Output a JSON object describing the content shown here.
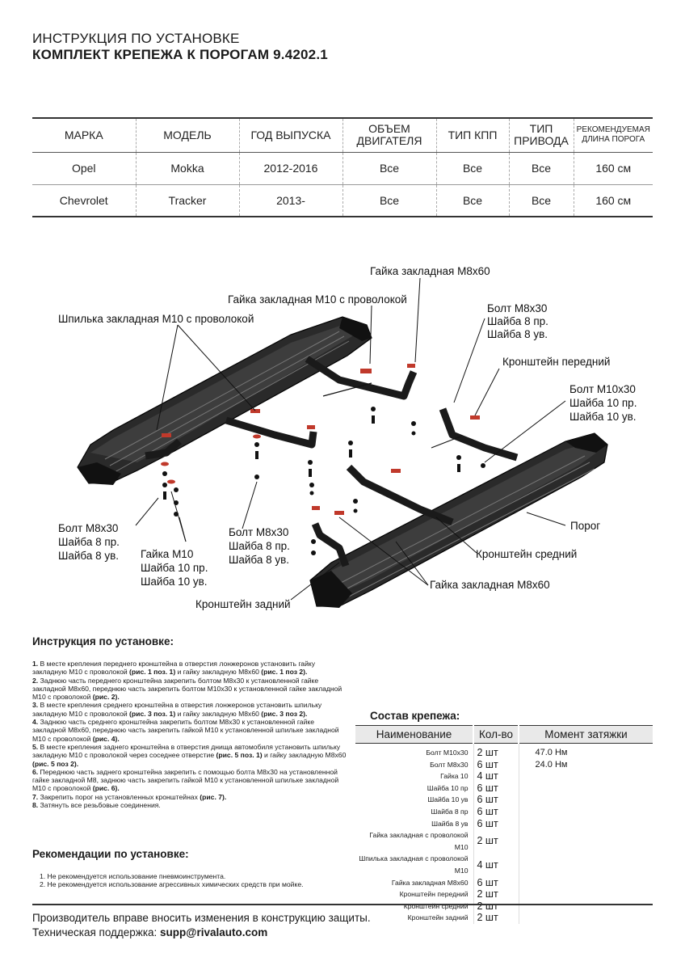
{
  "header": {
    "title": "ИНСТРУКЦИЯ ПО УСТАНОВКЕ",
    "subtitle": "КОМПЛЕКТ КРЕПЕЖА К ПОРОГАМ 9.4202.1"
  },
  "vehicles": {
    "columns": [
      "МАРКА",
      "МОДЕЛЬ",
      "ГОД ВЫПУСКА",
      "ОБЪЕМ ДВИГАТЕЛЯ",
      "ТИП КПП",
      "ТИП ПРИВОДА",
      "РЕКОМЕНДУЕМАЯ ДЛИНА ПОРОГА"
    ],
    "rows": [
      [
        "Opel",
        "Mokka",
        "2012-2016",
        "Все",
        "Все",
        "Все",
        "160 см"
      ],
      [
        "Chevrolet",
        "Tracker",
        "2013-",
        "Все",
        "Все",
        "Все",
        "160 см"
      ]
    ]
  },
  "diagram": {
    "labels": [
      "Гайка закладная М8х60",
      "Гайка закладная М10 с проволокой",
      "Шпилька закладная М10 с проволокой",
      "Болт М8х30",
      "Шайба 8 пр.",
      "Шайба 8 ув.",
      "Кронштейн передний",
      "Болт М10х30",
      "Шайба 10 пр.",
      "Шайба 10 ув.",
      "Порог",
      "Кронштейн средний",
      "Гайка закладная М8х60",
      "Кронштейн задний",
      "Гайка М10",
      "Шайба 10 пр.",
      "Шайба 10 ув.",
      "Болт М8х30",
      "Шайба 8 пр.",
      "Шайба 8 ув.",
      "Болт М8х30",
      "Шайба 8 пр.",
      "Шайба 8 ув."
    ]
  },
  "instructions": {
    "heading": "Инструкция по установке:",
    "steps": [
      [
        "1.",
        " В месте крепления переднего кронштейна в отверстия лонжеронов установить гайку закладную М10 с проволокой ",
        "(рис. 1 поз. 1)",
        " и гайку закладную М8х60 ",
        "(рис. 1 поз 2)."
      ],
      [
        "2.",
        " Заднюю часть переднего кронштейна закрепить болтом М8х30 к установленной гайке закладной М8х60, переднюю часть закрепить болтом М10х30 к установленной гайке закладной М10 с проволокой ",
        "(рис. 2).",
        "",
        ""
      ],
      [
        "3.",
        " В месте крепления среднего кронштейна в отверстия лонжеронов установить шпильку закладную М10 с проволокой ",
        "(рис. 3 поз. 1)",
        " и гайку закладную М8х60 ",
        "(рис. 3 поз 2)."
      ],
      [
        "4.",
        " Заднюю часть среднего кронштейна закрепить болтом М8х30 к установленной гайке закладной М8х60, переднюю часть закрепить гайкой М10 к установленной шпильке закладной М10 с проволокой ",
        "(рис. 4).",
        "",
        ""
      ],
      [
        "5.",
        " В месте крепления заднего кронштейна в отверстия днища автомобиля установить шпильку закладную М10 с проволокой через соседнее отверстие ",
        "(рис. 5 поз. 1)",
        " и гайку закладную М8х60 ",
        "(рис. 5 поз 2)."
      ],
      [
        "6.",
        " Переднюю часть заднего кронштейна закрепить с помощью болта М8х30 на установленной гайке закладной М8, заднюю часть закрепить гайкой М10 к установленной шпильке закладной М10 с проволокой ",
        "(рис. 6).",
        "",
        ""
      ],
      [
        "7.",
        " Закрепить порог на установленных кронштейнах ",
        "(рис. 7).",
        "",
        ""
      ],
      [
        "8.",
        " Затянуть все резьбовые соединения.",
        "",
        "",
        ""
      ]
    ]
  },
  "recommendations": {
    "heading": "Рекомендации по установке:",
    "items": [
      "1. Не рекомендуется использование пневмоинструмента.",
      "2. Не рекомендуется использование агрессивных химических средств при мойке."
    ]
  },
  "parts": {
    "title": "Состав крепежа:",
    "columns": [
      "Наименование",
      "Кол-во",
      "Момент затяжки"
    ],
    "rows": [
      [
        "Болт М10х30",
        "2 шт",
        "47.0 Нм"
      ],
      [
        "Болт М8х30",
        "6 шт",
        "24.0 Нм"
      ],
      [
        "Гайка 10",
        "4 шт",
        ""
      ],
      [
        "Шайба 10 пр",
        "6 шт",
        ""
      ],
      [
        "Шайба 10 ув",
        "6 шт",
        ""
      ],
      [
        "Шайба 8 пр",
        "6 шт",
        ""
      ],
      [
        "Шайба 8 ув",
        "6 шт",
        ""
      ],
      [
        "Гайка закладная с проволокой М10",
        "2 шт",
        ""
      ],
      [
        "Шпилька закладная с проволокой М10",
        "4 шт",
        ""
      ],
      [
        "Гайка закладная М8х60",
        "6 шт",
        ""
      ],
      [
        "Кронштейн передний",
        "2 шт",
        ""
      ],
      [
        "Кронштейн средний",
        "2 шт",
        ""
      ],
      [
        "Кронштейн задний",
        "2 шт",
        ""
      ]
    ]
  },
  "footer": {
    "note": "Производитель вправе вносить изменения в конструкцию защиты.",
    "support_label": "Техническая поддержка: ",
    "support_email": "supp@rivalauto.com"
  }
}
